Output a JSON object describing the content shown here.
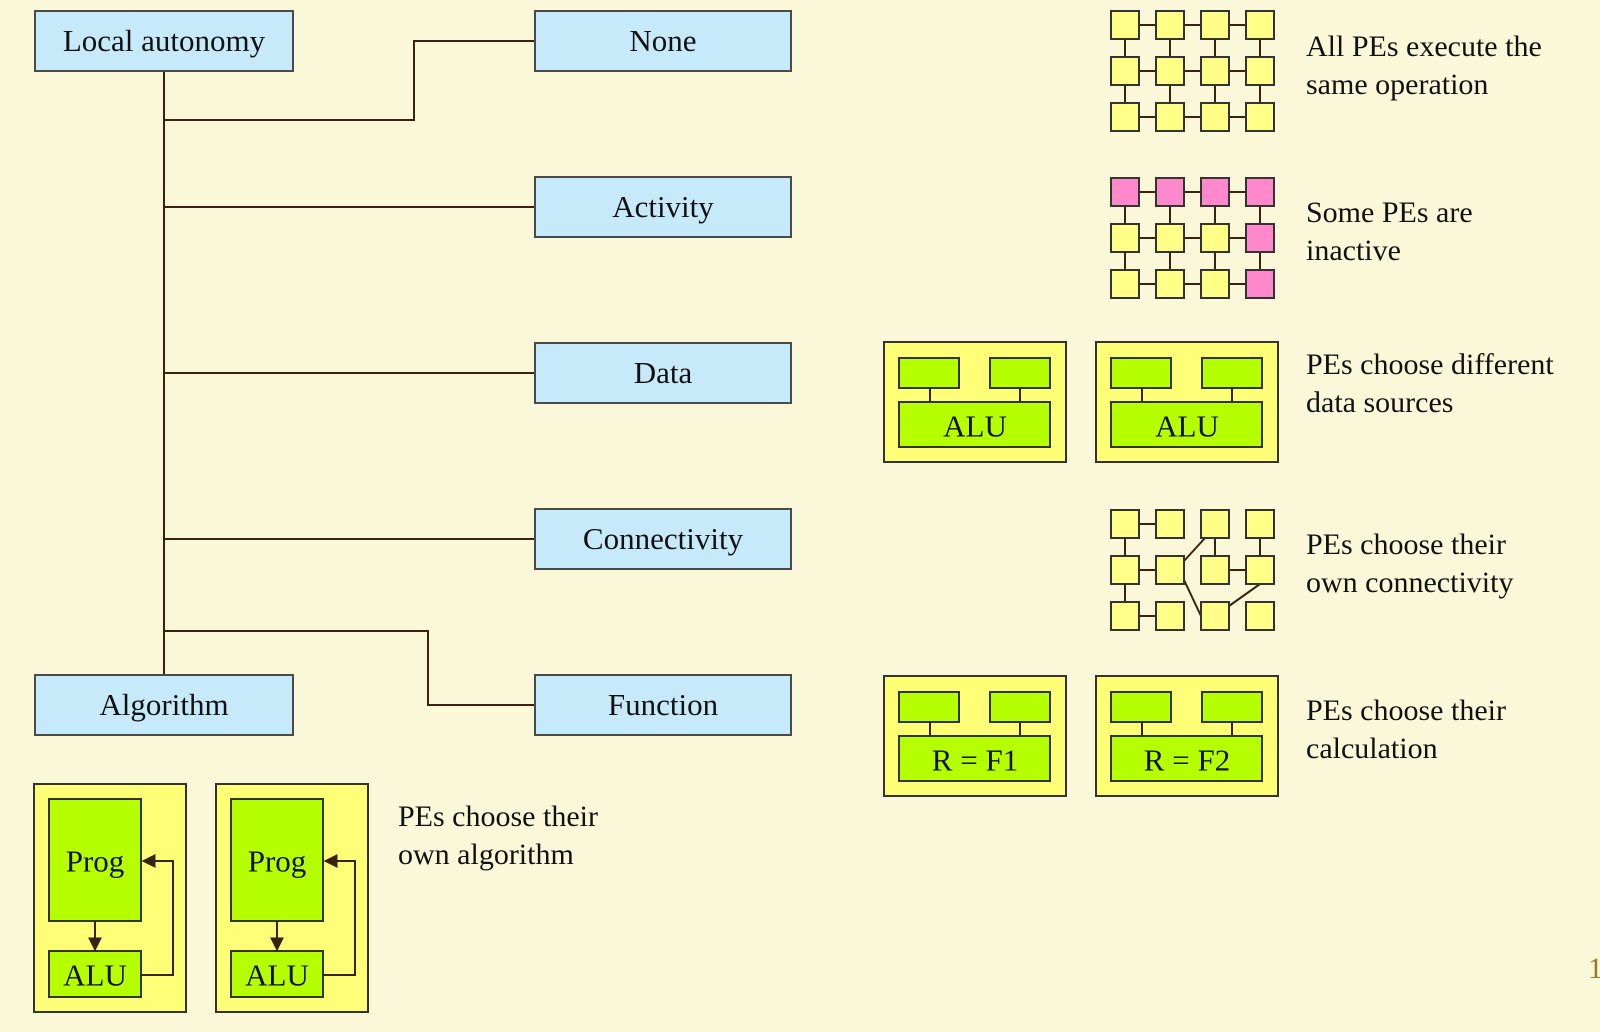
{
  "root": {
    "label": "Local autonomy"
  },
  "categories": [
    {
      "key": "none",
      "label": "None",
      "description": "All PEs execute the\nsame operation"
    },
    {
      "key": "activity",
      "label": "Activity",
      "description": "Some PEs are\ninactive"
    },
    {
      "key": "data",
      "label": "Data",
      "description": "PEs choose different\ndata sources"
    },
    {
      "key": "connectivity",
      "label": "Connectivity",
      "description": "PEs choose their\nown connectivity"
    },
    {
      "key": "function",
      "label": "Function",
      "description": "PEs choose their\ncalculation"
    },
    {
      "key": "algorithm",
      "label": "Algorithm",
      "description": "PEs choose their\nown algorithm"
    }
  ],
  "pe_labels": {
    "alu": "ALU",
    "prog": "Prog",
    "func_1": "R = F1",
    "func_2": "R = F2"
  },
  "slide_number": "1",
  "colors": {
    "background": "#FAF8D8",
    "category_box": "#C7EAFB",
    "pe_active": "#FFFF88",
    "pe_inactive": "#FF88CC",
    "pe_panel": "#FFFF77",
    "unit": "#B5FF00",
    "line": "#3A2210"
  }
}
